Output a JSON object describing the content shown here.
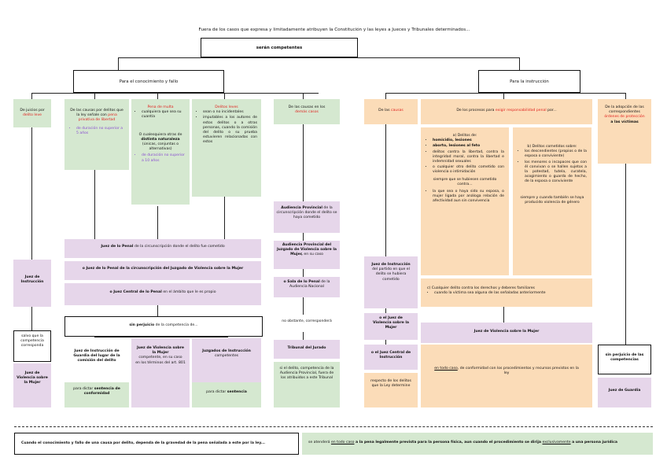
{
  "top": {
    "caption": "Fuera de los casos que expresa y limitadamente atribuyen la Constitución y las leyes a Jueces y Tribunales determinados...",
    "main_box": "serán competentes"
  },
  "branches": {
    "knowledge": "Para el conocimiento y fallo",
    "instruction": "Para la instrucción"
  },
  "knowledge": {
    "juicios_por": "De juicios por",
    "delito_leve": "delito leve",
    "causas_text": "De las causas por delitos que la ley señale con",
    "pena_privativa": "pena privativa de libertad",
    "duracion_no": "de duración no superior a 5 años",
    "pena_multa": "Pena de multa",
    "multa_item": "cualquiera que sea su cuantía",
    "cualesquiera": "O cualesquiera otras de",
    "distinta_nat": "distinta naturaleza",
    "unicas": "(únicas, conjuntas o alternativas)",
    "duracion_10": "de duración no superior a 10 años",
    "delitos_leves": "Delitos leves",
    "dl_item1": "sean o no incidentales",
    "dl_item2": "imputables a los autores de estos delitos o a otras personas, cuando la comisión del delito o su prueba estuvieren relacionadas con estos",
    "demas_text": "De las causas en los",
    "demas_causas": "demás casos",
    "juez_instruccion": "Juez de Instrucción",
    "salvo": "salvo que la competencia corresponda",
    "juez_violencia": "Juez de Violencia sobre la Mujer",
    "juez_penal_1": "Juez de lo Penal",
    "juez_penal_1b": "de la circunscripción donde el delito fue cometido",
    "juez_penal_2": "o Juez de lo Penal de la circunscripción del Juzgado de Violencia sobre la Mujer",
    "juez_central": "o Juez Central de lo Penal",
    "juez_central_b": "en el ámbito que le es propio",
    "sin_perjuicio": "sin perjuicio",
    "sin_perjuicio_b": "de la competencia de...",
    "jig_title": "Juez de Instrucción de Guardia del lugar de la comisión del delito",
    "jig_bottom": "para dictar",
    "jig_bottom_b": "sentencia de conformidad",
    "jvm_title": "Juez de Violencia sobre la Mujer",
    "jvm_text": "competente, en su caso",
    "jvm_text2": "en los términos del art. 801",
    "jinst_title": "Juzgados de Instrucción",
    "jinst_text": "competentes",
    "jinst_bottom": "para dictar",
    "jinst_bottom_b": "sentencia",
    "ap_1_title": "Audiencia Provincial",
    "ap_1_text": "de la circunscripción donde el delito se haya cometido",
    "ap_2_title": "Audiencia Provincial del Juzgado de Violencia sobre la Mujer,",
    "ap_2_text": "en su caso",
    "sala_title": "o Sala de lo Penal",
    "sala_text": "de la Audiencia Nacional",
    "no_obstante": "no obstante, corresponderá",
    "tribunal_jurado": "Tribunal del Jurado",
    "si_delito": "si el delito, competencia de la Audiencia Provincial, fuera de los atribuidos a este Tribunal"
  },
  "instruction": {
    "de_las": "De las",
    "causas": "causas",
    "procesos_text": "De los procesos para",
    "exigir": "exigir responsabilidad penal",
    "por": "por...",
    "a_title": "a) Delitos de:",
    "a_items": [
      "homicidio, lesiones",
      "aborto, lesiones al feto",
      "delitos contra la libertad, contra la integridad moral, contra la libertad e indemnidad sexuales",
      "o cualquier otro delito cometido con violencia o intimidación"
    ],
    "a_note": "siempre que se hubiesen cometido contra...",
    "a_item5": "la que sea o haya sido su esposa, o mujer ligada por análoga relación de afectividad aun sin convivencia",
    "b_title": "b) Delitos cometidos sobre:",
    "b_items": [
      "los descendientes (propios o de la esposa o conviviente)",
      "los menores o incapaces que con él convivan o se hallen sujetos a la potestad, tutela, curatela, acogimiento o guarda de hecho, de la esposa o conviviente"
    ],
    "b_note": "siempre y cuando también se haya producido violencia de género",
    "c_title": "c) Cualquier delito contra los derechos y deberes familiares",
    "c_item": "cuando la víctima sea alguna de las señaladas anteriormente",
    "adopcion": "De la adopción de las correspondientes",
    "ordenes": "órdenes de protección",
    "victimas": "a las víctimas",
    "juez_inst_partido": "Juez de Instrucción",
    "juez_inst_partido_b": "del partido en que el delito se hubiera cometido",
    "o_jvm": "o el Juez de Violencia sobre la Mujer",
    "o_central": "o el Juez Central de Instrucción",
    "respecto": "respecto de los delitos que la Ley determine",
    "jvm_bar": "Juez de Violencia sobre la Mujer",
    "en_todo_caso": "en todo caso",
    "conformidad": ", de conformidad con los procedimientos y recursos previstos en la ley",
    "sin_perj_comp": "sin perjuicio de las competencias",
    "juez_guardia": "Juez de Guardia"
  },
  "footer": {
    "left": "Cuando el conocimiento y fallo de una causa por delito, dependa de la gravedad de la pena señalada a este por la ley...",
    "right_1": "se atenderá",
    "right_2": "en todo caso",
    "right_3": "a la pena legalmente prevista para la persona física, aun cuando el procedimiento se dirija",
    "right_4": "exclusivamente",
    "right_5": "a una persona jurídica"
  }
}
